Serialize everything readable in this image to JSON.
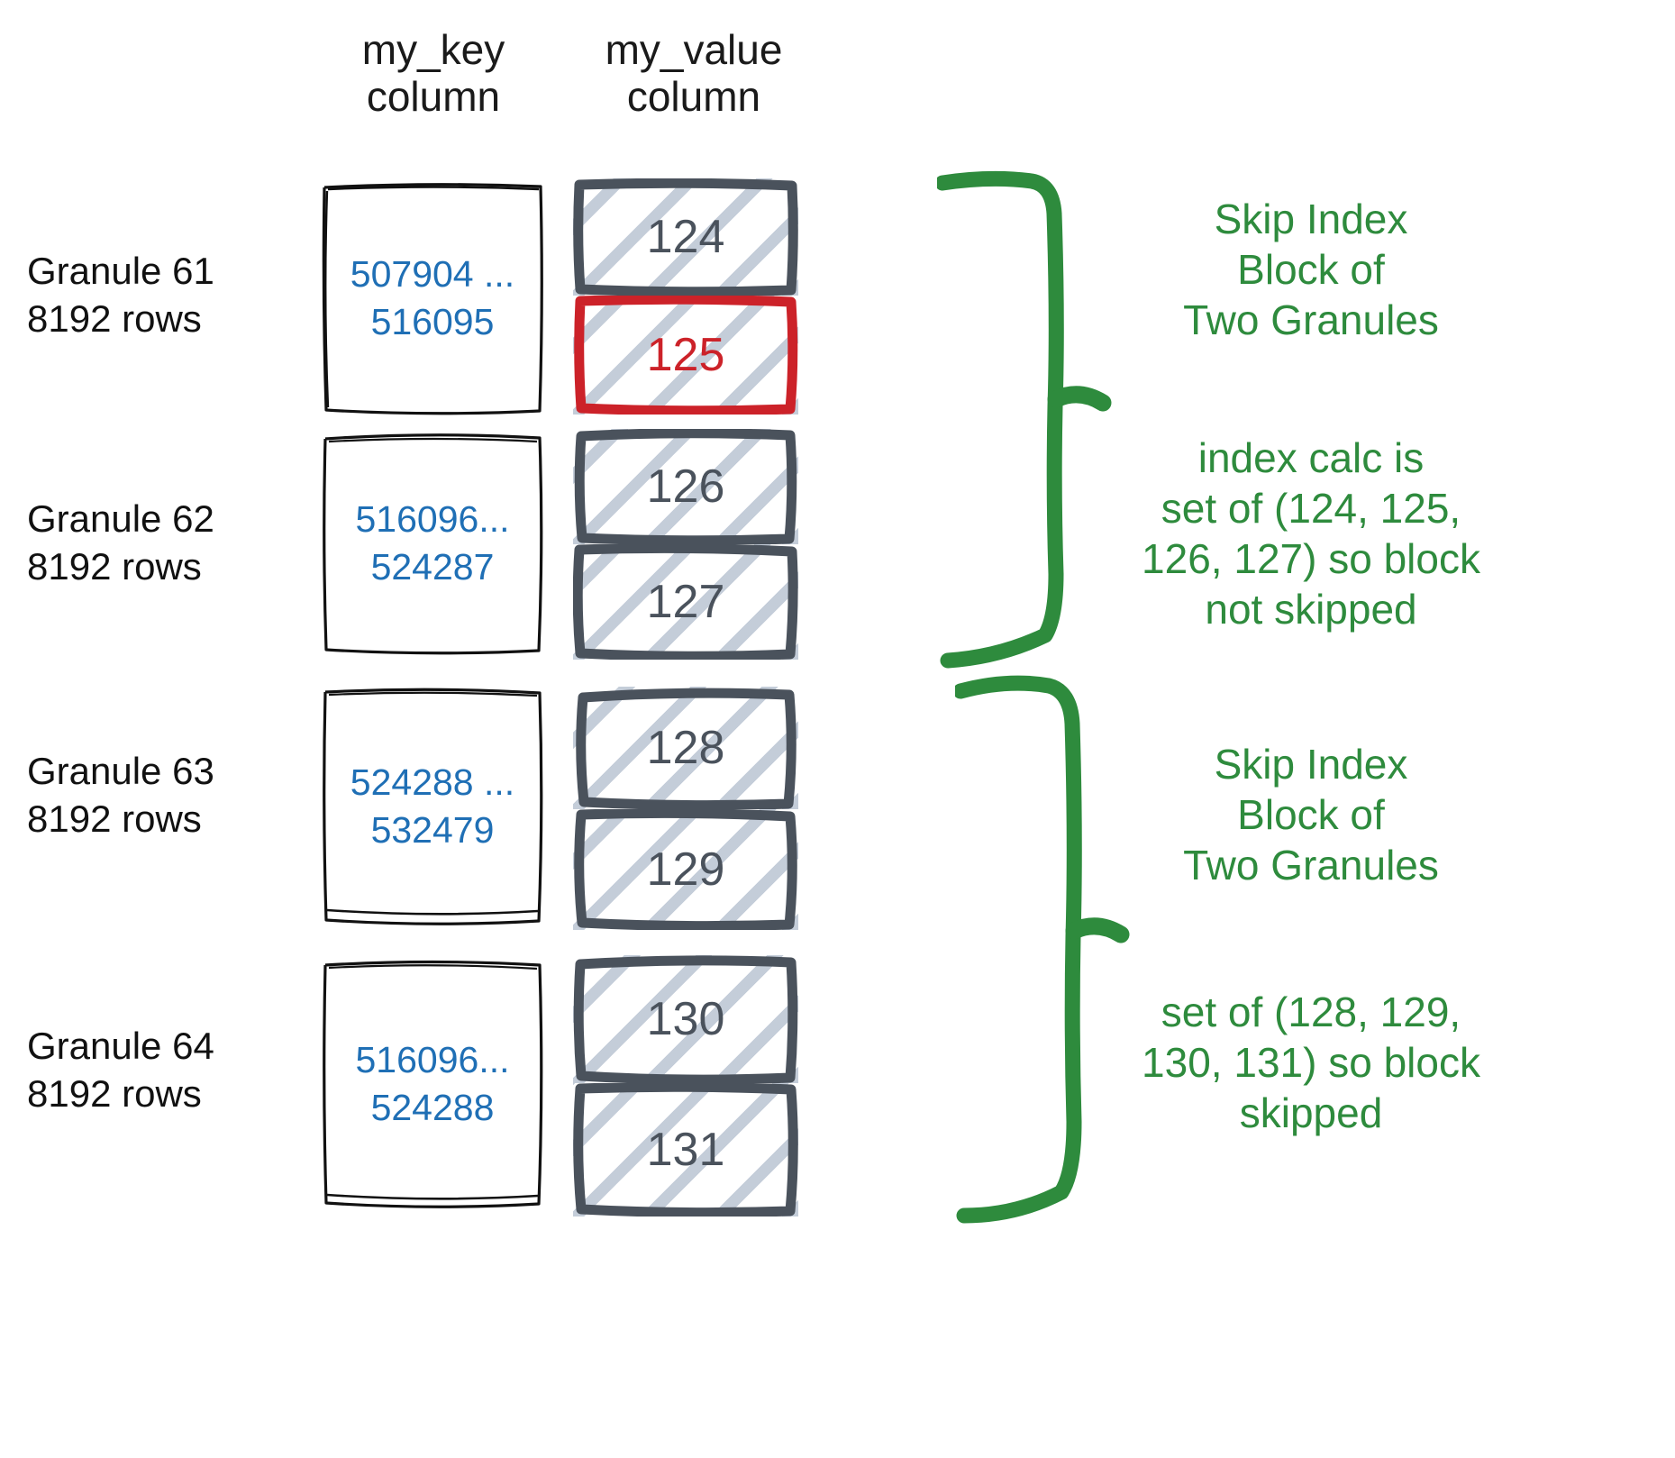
{
  "headers": {
    "key_column": "my_key\ncolumn",
    "value_column": "my_value\ncolumn"
  },
  "colors": {
    "key_text": "#1f6fb5",
    "value_border": "#4a525c",
    "highlight": "#cc2229",
    "annotation": "#2e8b3d",
    "hatch": "#bac4d2"
  },
  "granules": [
    {
      "label": "Granule 61\n8192 rows",
      "key_range": "507904 ...\n516095",
      "values": [
        {
          "value": "124",
          "flagged": false
        },
        {
          "value": "125",
          "flagged": true
        }
      ]
    },
    {
      "label": "Granule 62\n8192 rows",
      "key_range": "516096...\n524287",
      "values": [
        {
          "value": "126",
          "flagged": false
        },
        {
          "value": "127",
          "flagged": false
        }
      ]
    },
    {
      "label": "Granule 63\n8192 rows",
      "key_range": "524288 ...\n532479",
      "values": [
        {
          "value": "128",
          "flagged": false
        },
        {
          "value": "129",
          "flagged": false
        }
      ]
    },
    {
      "label": "Granule 64\n8192 rows",
      "key_range": "516096...\n524288",
      "values": [
        {
          "value": "130",
          "flagged": false
        },
        {
          "value": "131",
          "flagged": false
        }
      ]
    }
  ],
  "annotations": {
    "block_top_title": "Skip Index\nBlock of\nTwo Granules",
    "block_top_calc": "index calc is\nset of (124, 125,\n126, 127) so block\nnot skipped",
    "block_bottom_title": "Skip Index\nBlock of\nTwo Granules",
    "block_bottom_calc": "set of (128, 129,\n130, 131) so block\nskipped"
  }
}
